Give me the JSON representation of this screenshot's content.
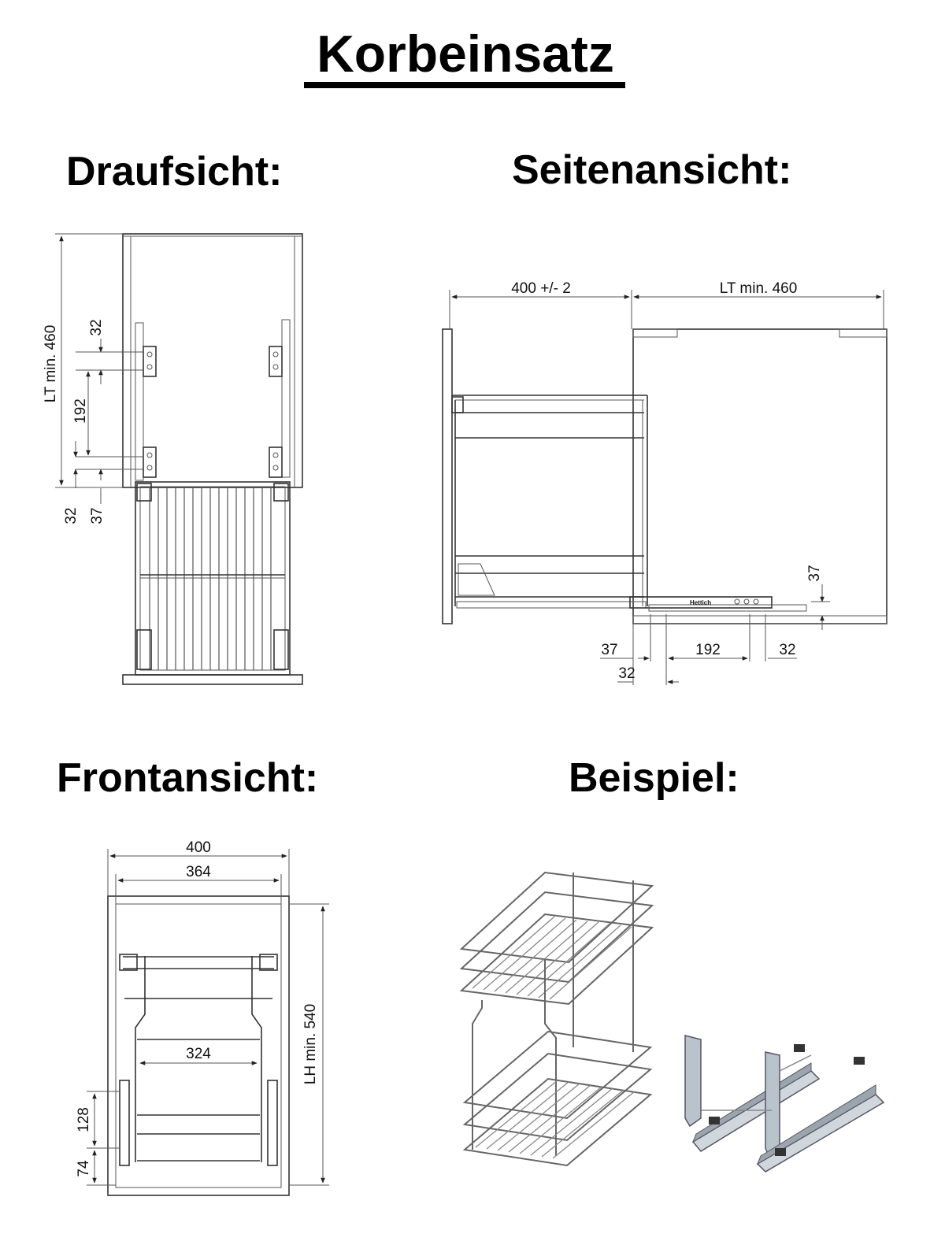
{
  "title": "Korbeinsatz",
  "views": {
    "top": "Draufsicht:",
    "side": "Seitenansicht:",
    "front": "Frontansicht:",
    "example": "Beispiel:"
  },
  "top_view": {
    "depth_label": "LT min. 460",
    "dim_32_upper": "32",
    "dim_192": "192",
    "dim_32_lower": "32",
    "dim_37": "37"
  },
  "side_view": {
    "front_width": "400 +/- 2",
    "depth_label": "LT min. 460",
    "dim_37_height": "37",
    "dim_37": "37",
    "dim_192": "192",
    "dim_32_right": "32",
    "dim_32_bottom": "32",
    "brand": "Hettich"
  },
  "front_view": {
    "width_outer": "400",
    "width_inner": "364",
    "height_label": "LH min. 540",
    "dim_324": "324",
    "dim_128": "128",
    "dim_74": "74"
  },
  "colors": {
    "line": "#333333",
    "wire": "#666666",
    "metal": "#b9c3cc"
  }
}
